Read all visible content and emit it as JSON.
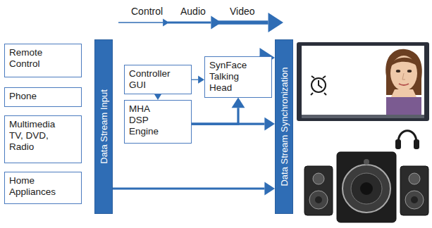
{
  "diagram": {
    "nodes": [
      {
        "text": [
          "Remote Control"
        ]
      },
      {
        "text": [
          "Phone"
        ]
      },
      {
        "text": [
          "Multimedia TV, DVD, Radio"
        ]
      },
      {
        "text": [
          "Home Appliances"
        ]
      },
      {
        "text": [
          "Data Stream Input"
        ]
      },
      {
        "text": [
          "Controller GUI"
        ]
      },
      {
        "text": [
          "MHA DSP Engine"
        ]
      },
      {
        "text": [
          "SynFace Talking Head"
        ]
      },
      {
        "text": [
          "Data Stream Synchronization"
        ]
      }
    ],
    "edges": [
      {
        "from": 5,
        "to": 7,
        "arrow": "to"
      },
      {
        "from": 5,
        "to": 6,
        "arrow": "to"
      },
      {
        "from": 6,
        "to": 7,
        "arrow": "to"
      },
      {
        "from": 6,
        "to": 8,
        "arrow": "to"
      },
      {
        "from": 7,
        "to": 8,
        "arrow": "to"
      },
      {
        "from": 4,
        "to": 8,
        "arrow": "to"
      }
    ],
    "legend": [
      {
        "text": "Control"
      },
      {
        "text": "Audio"
      },
      {
        "text": "Video"
      }
    ]
  }
}
